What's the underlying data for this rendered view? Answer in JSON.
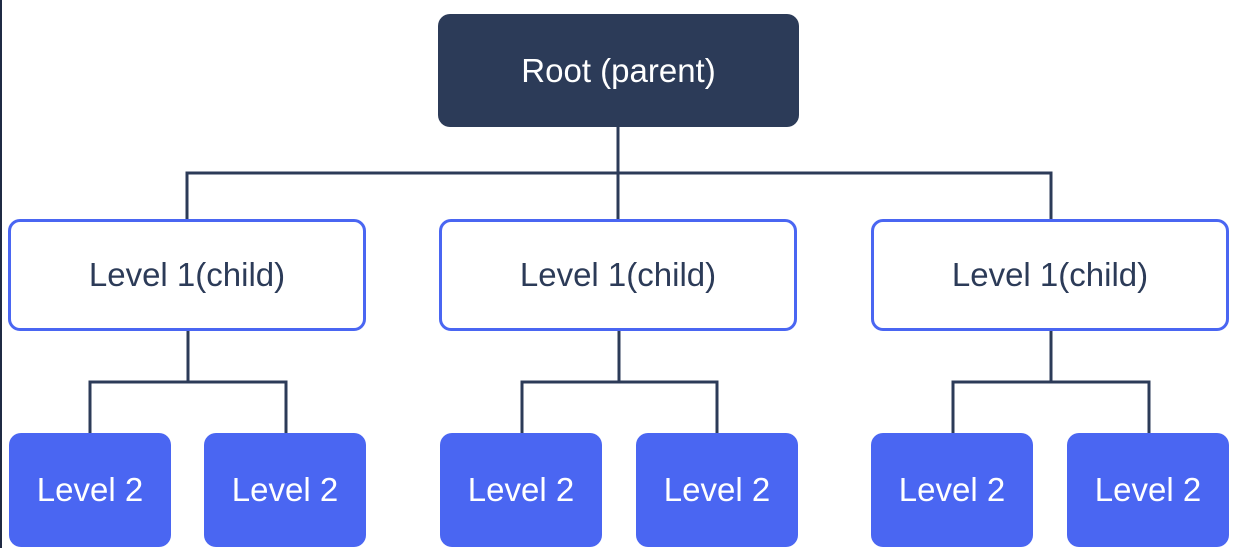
{
  "colors": {
    "root_fill": "#2c3b58",
    "level1_border": "#4a66f2",
    "level1_text": "#2c3b58",
    "level2_fill": "#4a66f2",
    "connector": "#2c3b58"
  },
  "tree": {
    "root": {
      "label": "Root (parent)"
    },
    "children": [
      {
        "label": "Level 1(child)",
        "children": [
          {
            "label": "Level 2"
          },
          {
            "label": "Level 2"
          }
        ]
      },
      {
        "label": "Level 1(child)",
        "children": [
          {
            "label": "Level 2"
          },
          {
            "label": "Level 2"
          }
        ]
      },
      {
        "label": "Level 1(child)",
        "children": [
          {
            "label": "Level 2"
          },
          {
            "label": "Level 2"
          }
        ]
      }
    ]
  }
}
